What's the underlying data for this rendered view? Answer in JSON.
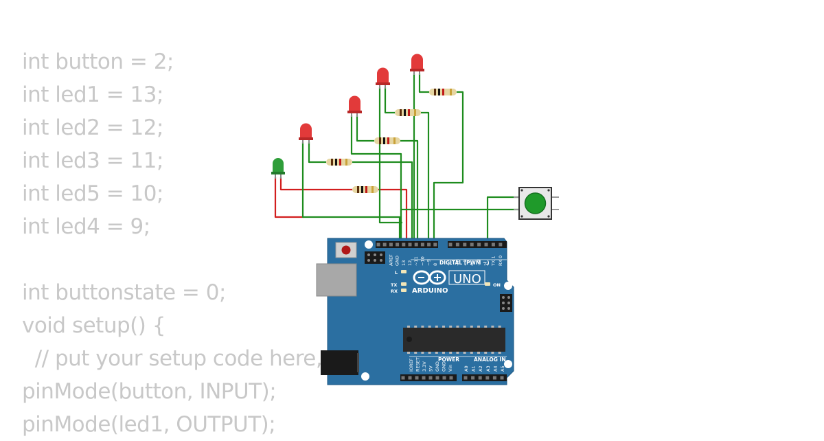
{
  "code": {
    "lines": [
      "int button = 2;",
      "int led1 = 13;",
      "int led2 = 12;",
      "int led3 = 11;",
      "int led5 = 10;",
      "int led4 = 9;",
      "",
      "int buttonstate = 0;",
      "void setup() {",
      "  // put your setup code here,",
      "pinMode(button, INPUT);",
      "pinMode(led1, OUTPUT);"
    ]
  },
  "board": {
    "brand": "ARDUINO",
    "model": "UNO",
    "digital_header": "DIGITAL (PWM ~)",
    "power_header": "POWER",
    "analog_header": "ANALOG IN",
    "on_label": "ON",
    "l_label": "L",
    "tx_label": "TX",
    "rx_label": "RX",
    "digital_pins": [
      "AREF",
      "GND",
      "13",
      "12",
      "~11",
      "~10",
      "~9",
      "8",
      "7",
      "~6",
      "~5",
      "4",
      "~3",
      "2",
      "TX 1",
      "RX 0"
    ],
    "power_pins": [
      "IOREF",
      "RESET",
      "3.3V",
      "5V",
      "GND",
      "GND",
      "Vin"
    ],
    "analog_pins": [
      "A0",
      "A1",
      "A2",
      "A3",
      "A4",
      "A5"
    ]
  },
  "colors": {
    "wire_green": "#1e8c1e",
    "wire_red": "#d21e1e",
    "board_blue": "#2b6fa1",
    "led_red": "#e23a3a",
    "led_green": "#2f9e3a",
    "button_green": "#1f9a2a"
  }
}
